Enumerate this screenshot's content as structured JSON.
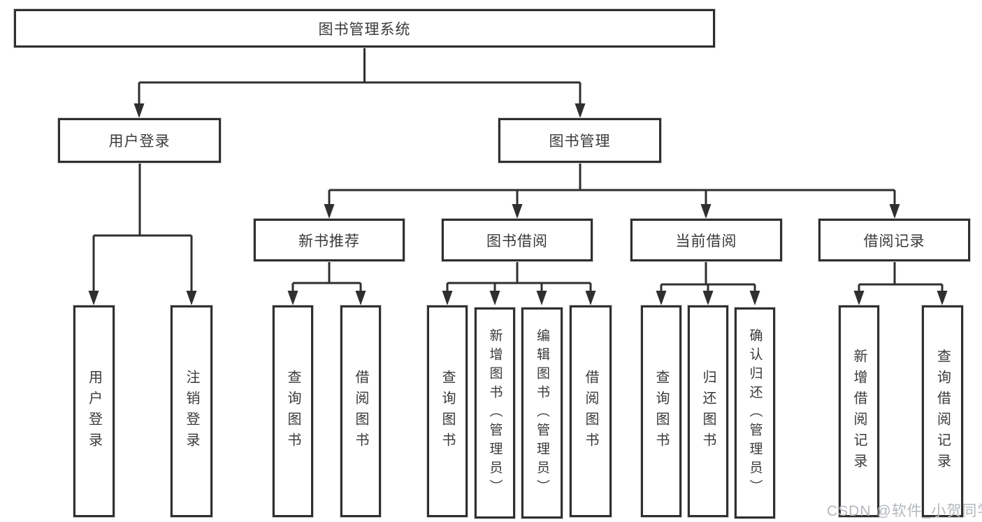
{
  "diagram": {
    "root": {
      "label": "图书管理系统"
    },
    "level2": [
      {
        "label": "用户登录"
      },
      {
        "label": "图书管理"
      }
    ],
    "level3": [
      {
        "label": "新书推荐"
      },
      {
        "label": "图书借阅"
      },
      {
        "label": "当前借阅"
      },
      {
        "label": "借阅记录"
      }
    ],
    "leaves": {
      "user_login": [
        {
          "label": "用户登录"
        },
        {
          "label": "注销登录"
        }
      ],
      "new_books": [
        {
          "label": "查询图书"
        },
        {
          "label": "借阅图书"
        }
      ],
      "book_borrow": [
        {
          "label": "查询图书"
        },
        {
          "label": "新增图书（管理员）"
        },
        {
          "label": "编辑图书（管理员）"
        },
        {
          "label": "借阅图书"
        }
      ],
      "current_borrow": [
        {
          "label": "查询图书"
        },
        {
          "label": "归还图书"
        },
        {
          "label": "确认归还（管理员）"
        }
      ],
      "borrow_records": [
        {
          "label": "新增借阅记录"
        },
        {
          "label": "查询借阅记录"
        }
      ]
    }
  },
  "watermark": {
    "text": "CSDN @软件_小贺同学"
  },
  "colors": {
    "line": "#2f2f2f",
    "box_border": "#2f2f2f",
    "text": "#3a3a3a",
    "watermark": "#b4b8bc",
    "background": "#ffffff"
  }
}
